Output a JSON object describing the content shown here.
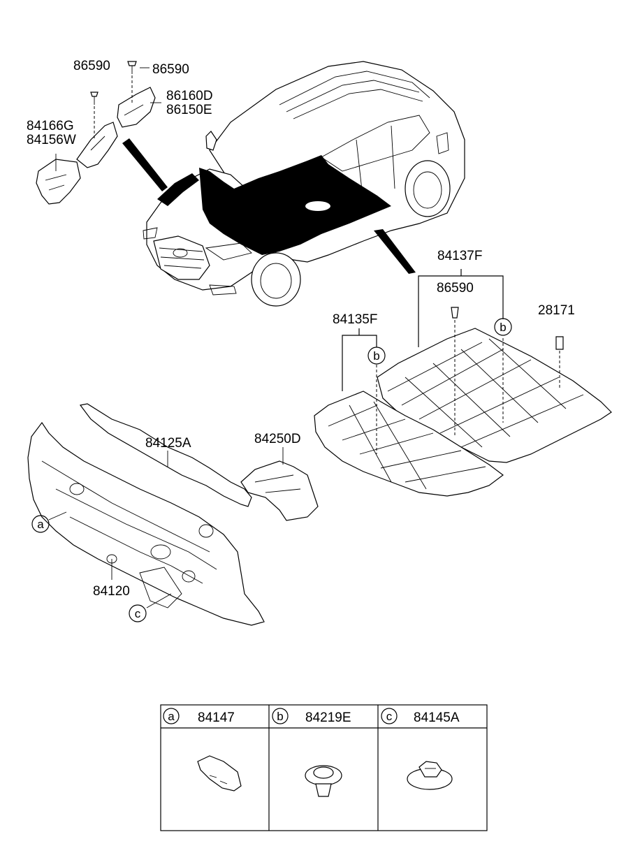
{
  "labels": {
    "p86590_a": "86590",
    "p86590_b": "86590",
    "p86160d": "86160D",
    "p86150e": "86150E",
    "p84166g": "84166G",
    "p84156w": "84156W",
    "p84137f": "84137F",
    "p86590_c": "86590",
    "p28171": "28171",
    "p84135f": "84135F",
    "p84125a": "84125A",
    "p84250d": "84250D",
    "p84120": "84120"
  },
  "callouts": {
    "a": "a",
    "b1": "b",
    "b2": "b",
    "c": "c"
  },
  "legend": {
    "cells": [
      {
        "letter": "a",
        "part": "84147"
      },
      {
        "letter": "b",
        "part": "84219E"
      },
      {
        "letter": "c",
        "part": "84145A"
      }
    ]
  }
}
